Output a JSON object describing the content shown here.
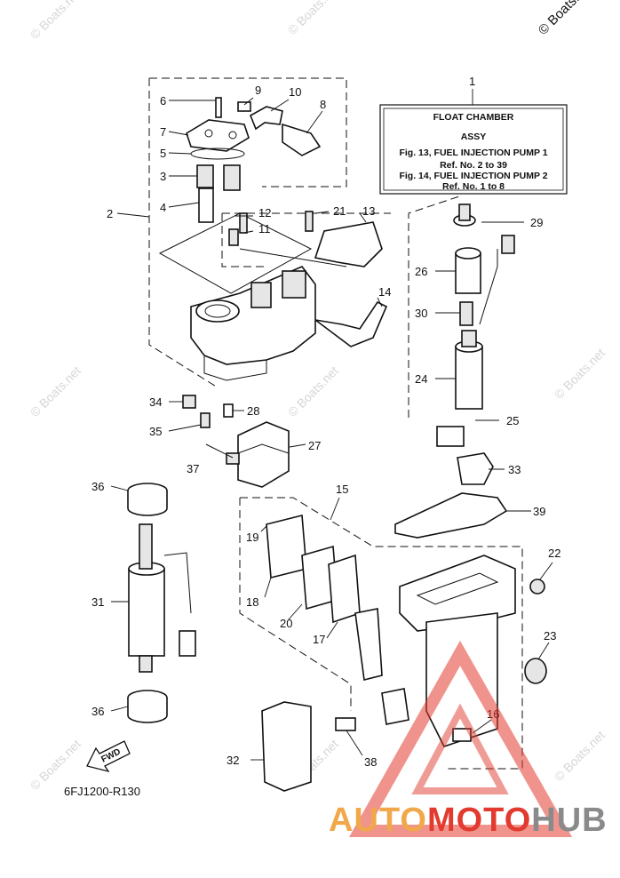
{
  "copyright_mark": "© Boats.net",
  "watermarks": [
    "© Boats.net",
    "© Boats.net",
    "© Boats.net",
    "© Boats.net",
    "© Boats.net",
    "© Boats.net",
    "© Boats.net",
    "© Boats.net"
  ],
  "info_box": {
    "ref_number": "1",
    "title_line1": "FLOAT CHAMBER",
    "title_line2": "ASSY",
    "line1": "Fig. 13, FUEL INJECTION PUMP 1",
    "line2": "Ref. No. 2 to 39",
    "line3": "Fig. 14, FUEL INJECTION PUMP 2",
    "line4": "Ref. No. 1 to 8"
  },
  "callouts": {
    "c2": "2",
    "c3": "3",
    "c4": "4",
    "c5": "5",
    "c6": "6",
    "c7": "7",
    "c8": "8",
    "c9": "9",
    "c10": "10",
    "c11": "11",
    "c12": "12",
    "c13": "13",
    "c14": "14",
    "c15": "15",
    "c16": "16",
    "c17": "17",
    "c18": "18",
    "c19": "19",
    "c20": "20",
    "c21": "21",
    "c22": "22",
    "c23": "23",
    "c24": "24",
    "c25": "25",
    "c26": "26",
    "c27": "27",
    "c28": "28",
    "c29": "29",
    "c30": "30",
    "c31": "31",
    "c32": "32",
    "c33": "33",
    "c34": "34",
    "c35": "35",
    "c36a": "36",
    "c36b": "36",
    "c37": "37",
    "c38": "38",
    "c39": "39"
  },
  "fwd_label": "FWD",
  "diagram_code": "6FJ1200-R130",
  "logo": {
    "text_auto": "AUTO",
    "text_moto": "MOTO",
    "text_hub": "HUB"
  },
  "colors": {
    "logo_red": "#e23a2e",
    "logo_orange": "#f0a84a",
    "logo_gray": "#8a8a8a",
    "watermark": "#d6d6d6"
  }
}
